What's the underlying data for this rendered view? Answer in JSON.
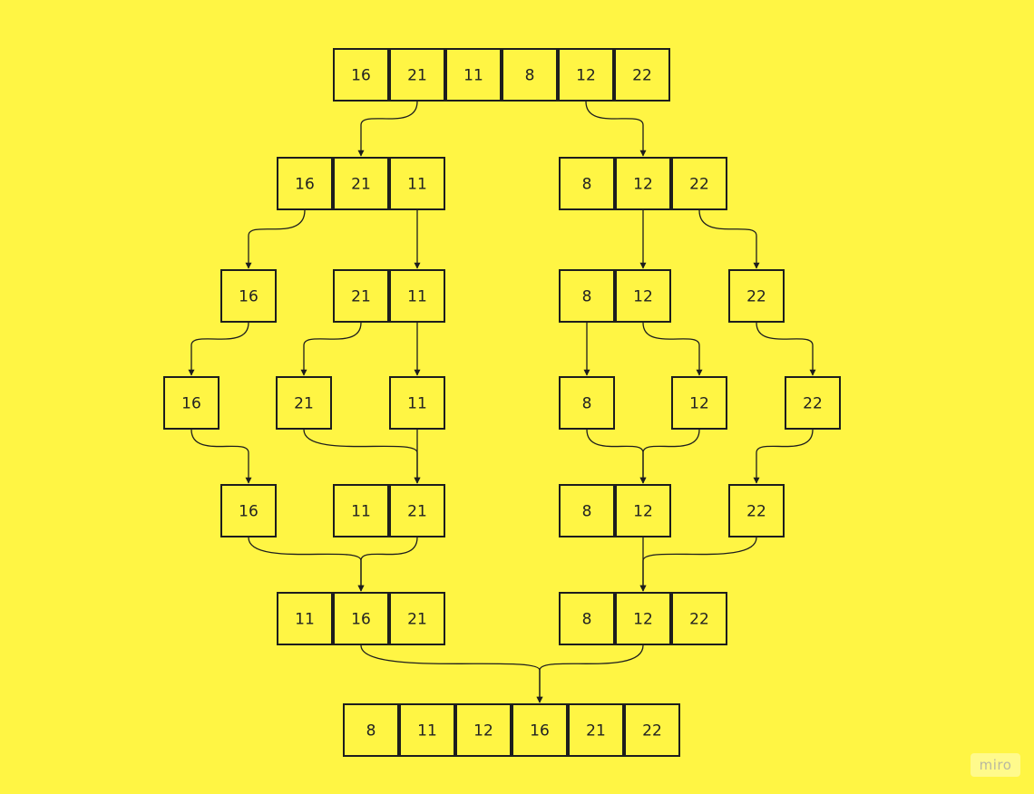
{
  "background_color": "#fff544",
  "stroke_color": "#1d1d1d",
  "watermark": "miro",
  "rows": [
    {
      "id": "L0",
      "groups": [
        {
          "id": "g0",
          "values": [
            "16",
            "21",
            "11",
            "8",
            "12",
            "22"
          ]
        }
      ]
    },
    {
      "id": "L1",
      "groups": [
        {
          "id": "g1a",
          "values": [
            "16",
            "21",
            "11"
          ]
        },
        {
          "id": "g1b",
          "values": [
            "8",
            "12",
            "22"
          ]
        }
      ]
    },
    {
      "id": "L2",
      "groups": [
        {
          "id": "g2a",
          "values": [
            "16"
          ]
        },
        {
          "id": "g2b",
          "values": [
            "21",
            "11"
          ]
        },
        {
          "id": "g2c",
          "values": [
            "8",
            "12"
          ]
        },
        {
          "id": "g2d",
          "values": [
            "22"
          ]
        }
      ]
    },
    {
      "id": "L3",
      "groups": [
        {
          "id": "g3a",
          "values": [
            "16"
          ]
        },
        {
          "id": "g3b",
          "values": [
            "21"
          ]
        },
        {
          "id": "g3c",
          "values": [
            "11"
          ]
        },
        {
          "id": "g3d",
          "values": [
            "8"
          ]
        },
        {
          "id": "g3e",
          "values": [
            "12"
          ]
        },
        {
          "id": "g3f",
          "values": [
            "22"
          ]
        }
      ]
    },
    {
      "id": "L4",
      "groups": [
        {
          "id": "g4a",
          "values": [
            "16"
          ]
        },
        {
          "id": "g4b",
          "values": [
            "11",
            "21"
          ]
        },
        {
          "id": "g4c",
          "values": [
            "8",
            "12"
          ]
        },
        {
          "id": "g4d",
          "values": [
            "22"
          ]
        }
      ]
    },
    {
      "id": "L5",
      "groups": [
        {
          "id": "g5a",
          "values": [
            "11",
            "16",
            "21"
          ]
        },
        {
          "id": "g5b",
          "values": [
            "8",
            "12",
            "22"
          ]
        }
      ]
    },
    {
      "id": "L6",
      "groups": [
        {
          "id": "g6",
          "values": [
            "8",
            "11",
            "12",
            "16",
            "21",
            "22"
          ]
        }
      ]
    }
  ],
  "edges": [
    [
      "g0",
      "g1a"
    ],
    [
      "g0",
      "g1b"
    ],
    [
      "g1a",
      "g2a"
    ],
    [
      "g1a",
      "g2b"
    ],
    [
      "g1b",
      "g2c"
    ],
    [
      "g1b",
      "g2d"
    ],
    [
      "g2a",
      "g3a"
    ],
    [
      "g2b",
      "g3b"
    ],
    [
      "g2b",
      "g3c"
    ],
    [
      "g2c",
      "g3d"
    ],
    [
      "g2c",
      "g3e"
    ],
    [
      "g2d",
      "g3f"
    ],
    [
      "g3a",
      "g4a"
    ],
    [
      "g3b",
      "g4b"
    ],
    [
      "g3c",
      "g4b"
    ],
    [
      "g3d",
      "g4c"
    ],
    [
      "g3e",
      "g4c"
    ],
    [
      "g3f",
      "g4d"
    ],
    [
      "g4a",
      "g5a"
    ],
    [
      "g4b",
      "g5a"
    ],
    [
      "g4c",
      "g5b"
    ],
    [
      "g4d",
      "g5b"
    ],
    [
      "g5a",
      "g6"
    ],
    [
      "g5b",
      "g6"
    ]
  ]
}
